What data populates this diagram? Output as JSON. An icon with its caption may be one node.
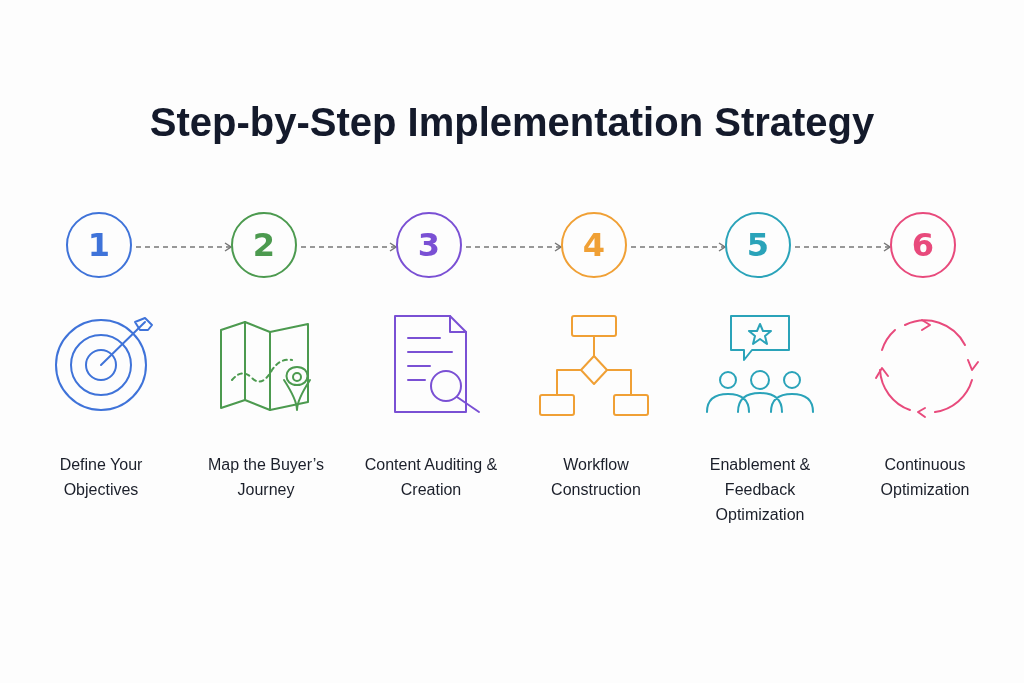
{
  "diagram": {
    "title": "Step-by-Step Implementation Strategy",
    "nodes": [
      {
        "text": [
          "1"
        ]
      },
      {
        "text": [
          "2"
        ]
      },
      {
        "text": [
          "3"
        ]
      },
      {
        "text": [
          "4"
        ]
      },
      {
        "text": [
          "5"
        ]
      },
      {
        "text": [
          "6"
        ]
      }
    ],
    "edges": [
      {
        "from": 0,
        "to": 1,
        "arrow": "to",
        "style": "dashed"
      },
      {
        "from": 1,
        "to": 2,
        "arrow": "to",
        "style": "dashed"
      },
      {
        "from": 2,
        "to": 3,
        "arrow": "to",
        "style": "dashed"
      },
      {
        "from": 3,
        "to": 4,
        "arrow": "to",
        "style": "dashed"
      },
      {
        "from": 4,
        "to": 5,
        "arrow": "to",
        "style": "dashed"
      }
    ],
    "labels": [
      "Define Your Objectives",
      "Map the Buyer’s Journey",
      "Content Auditing & Creation",
      "Workflow Construction",
      "Enablement & Feedback Optimization",
      "Continuous Optimization"
    ]
  }
}
